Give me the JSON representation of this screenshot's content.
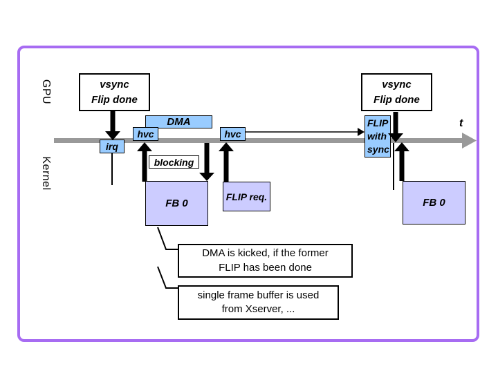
{
  "colors": {
    "frame_border": "#a76cf2",
    "event_box_blue": "#99ccff",
    "buffer_box_lavender": "#ccccff",
    "timeline_gray": "#999999",
    "arrow_black": "#000000"
  },
  "lanes": {
    "gpu_label": "GPU",
    "kernel_label": "Kernel"
  },
  "timeline": {
    "t_label": "t"
  },
  "gpu_events": {
    "vsync_left": {
      "line1": "vsync",
      "line2": "Flip done"
    },
    "vsync_right": {
      "line1": "vsync",
      "line2": "Flip done"
    },
    "dma_label": "DMA",
    "hvc_left_label": "hvc",
    "hvc_right_label": "hvc",
    "flip_with_sync": {
      "line1": "FLIP",
      "line2": "with",
      "line3": "sync"
    }
  },
  "kernel_events": {
    "irq_label": "irq",
    "blocking_label": "blocking",
    "fb0_left_label": "FB 0",
    "flip_req_label": "FLIP req.",
    "fb0_right_label": "FB 0"
  },
  "callouts": {
    "dma_note": {
      "line1": "DMA is kicked, if the former",
      "line2": "FLIP has been done"
    },
    "fb_note": {
      "line1": "single frame buffer is used",
      "line2": "from Xserver, ..."
    }
  }
}
